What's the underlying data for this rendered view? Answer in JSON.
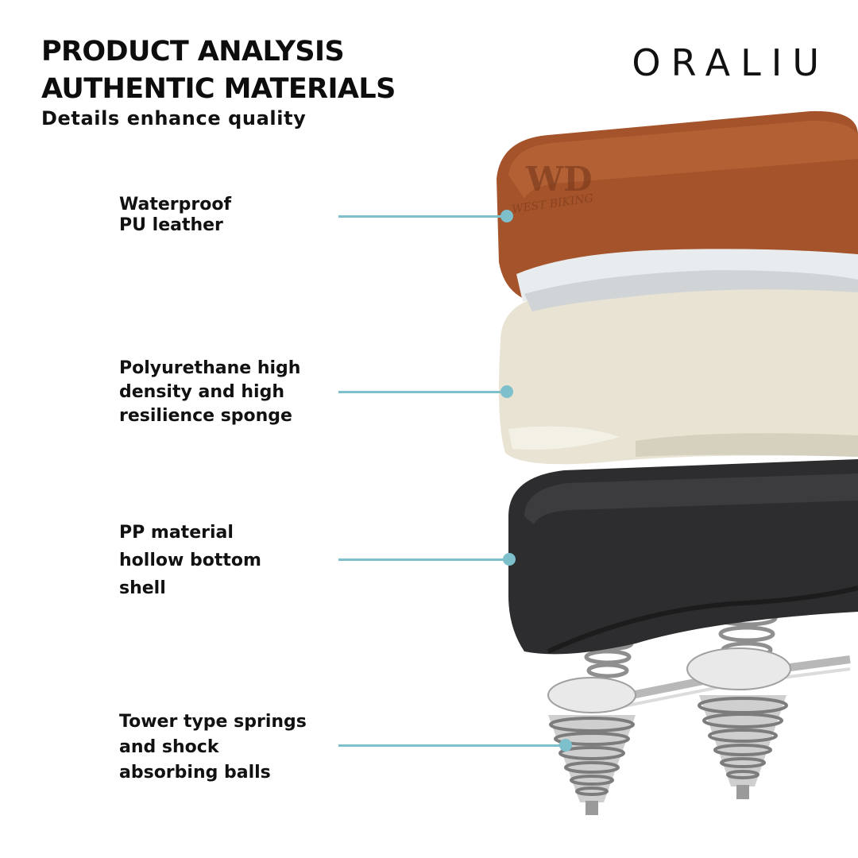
{
  "header": {
    "title_line1": "PRODUCT ANALYSIS",
    "title_line2": "AUTHENTIC MATERIALS",
    "subtitle": "Details enhance quality"
  },
  "brand": {
    "name": "ORALIU"
  },
  "seal_logo_text": "WEST BIKING",
  "callouts": [
    {
      "lines": [
        "Waterproof",
        "PU leather"
      ]
    },
    {
      "lines": [
        "Polyurethane high",
        "density and high",
        "resilience sponge"
      ]
    },
    {
      "lines": [
        "PP material",
        "hollow bottom",
        "shell"
      ]
    },
    {
      "lines": [
        "Tower type springs",
        "and shock",
        "absorbing balls"
      ]
    }
  ],
  "colors": {
    "accent": "#7dbfcb",
    "leather": "#a5532a",
    "sponge": "#e8e3d3",
    "shell": "#2d2d2f"
  },
  "icons": [
    "callout-dot-icon"
  ]
}
